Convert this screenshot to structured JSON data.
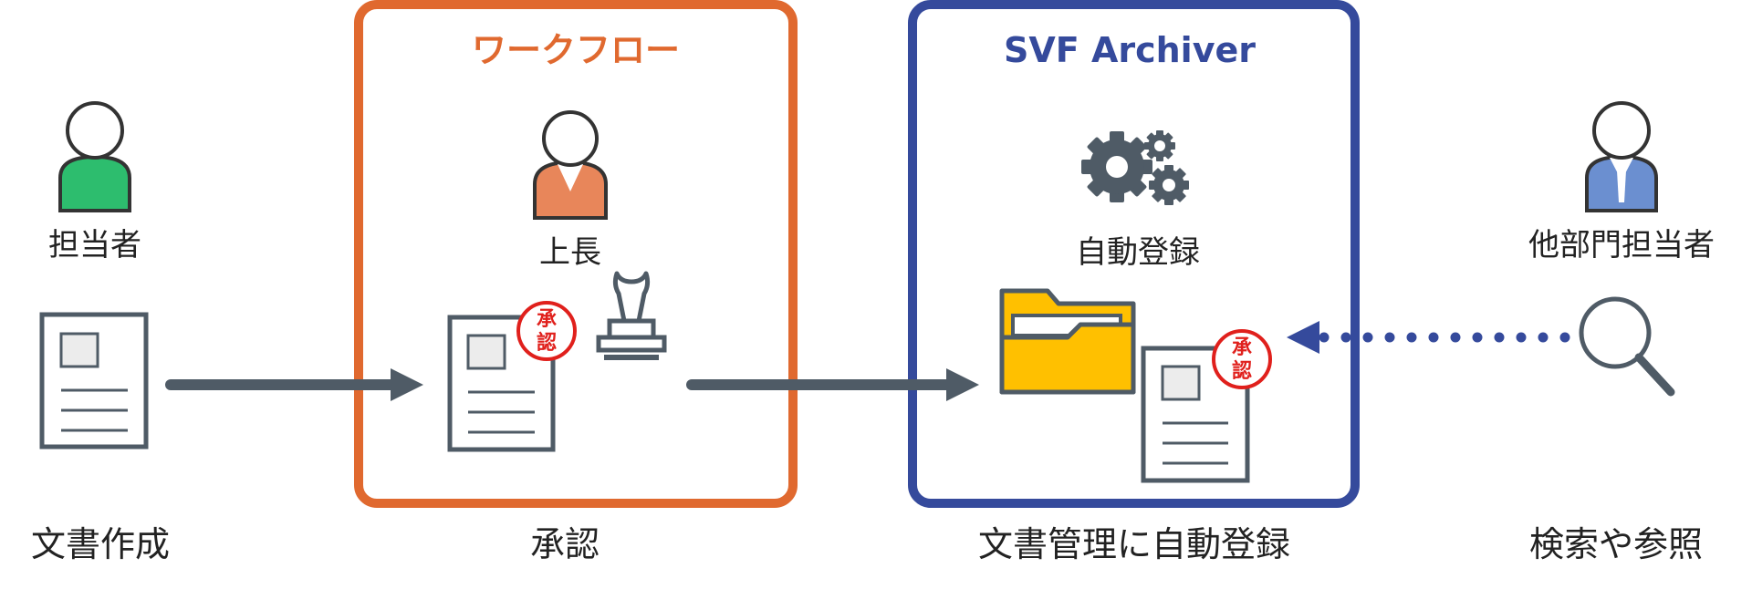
{
  "colors": {
    "workflow": "#e0692f",
    "archiver": "#354a9c",
    "icon": "#4f5b66",
    "stamp": "#e0201c",
    "folder": "#ffc000",
    "person_creator": "#2dbd6e",
    "person_boss": "#e8865a",
    "person_other": "#6b8fd0"
  },
  "boxes": {
    "workflow_title": "ワークフロー",
    "archiver_title": "SVF Archiver"
  },
  "actors": {
    "creator": "担当者",
    "boss": "上長",
    "auto": "自動登録",
    "other": "他部門担当者"
  },
  "steps": {
    "create": "文書作成",
    "approve": "承認",
    "register": "文書管理に自動登録",
    "search": "検索や参照"
  },
  "stamp": {
    "line1": "承",
    "line2": "認"
  },
  "icons": {
    "creator": "person-icon",
    "boss": "person-icon",
    "other": "person-with-tie-icon",
    "auto": "gears-icon",
    "approval_seal": "seal-stamp-icon",
    "folder": "folder-icon",
    "search": "magnifier-icon"
  }
}
